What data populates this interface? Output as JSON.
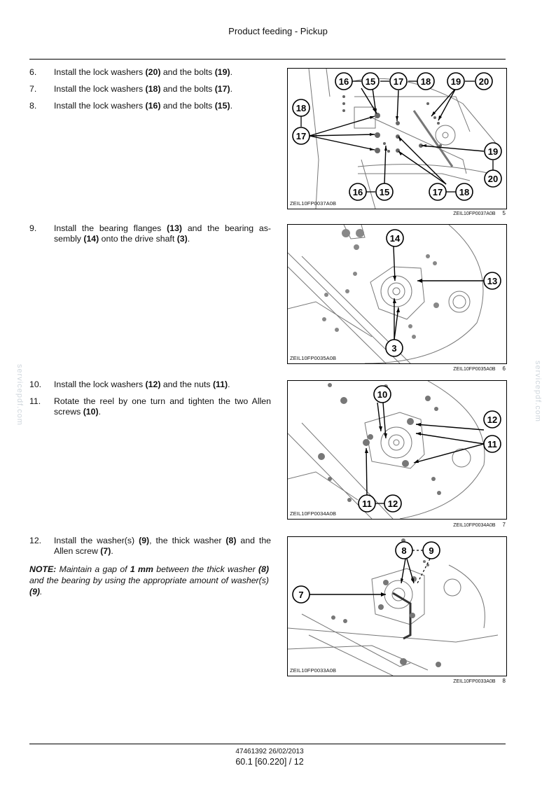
{
  "header": {
    "title": "Product feeding - Pickup"
  },
  "steps": [
    {
      "num": "6.",
      "parts": [
        [
          "Install the lock washers ",
          false
        ],
        [
          "(20)",
          true
        ],
        [
          " and the bolts ",
          false
        ],
        [
          "(19)",
          true
        ],
        [
          ".",
          false
        ]
      ]
    },
    {
      "num": "7.",
      "parts": [
        [
          "Install the lock washers ",
          false
        ],
        [
          "(18)",
          true
        ],
        [
          " and the bolts ",
          false
        ],
        [
          "(17)",
          true
        ],
        [
          ".",
          false
        ]
      ]
    },
    {
      "num": "8.",
      "parts": [
        [
          "Install the lock washers ",
          false
        ],
        [
          "(16)",
          true
        ],
        [
          " and the bolts ",
          false
        ],
        [
          "(15)",
          true
        ],
        [
          ".",
          false
        ]
      ]
    },
    {
      "num": "9.",
      "parts": [
        [
          "Install the bearing flanges ",
          false
        ],
        [
          "(13)",
          true
        ],
        [
          " and the bearing as-sembly ",
          false
        ],
        [
          "(14)",
          true
        ],
        [
          " onto the drive shaft ",
          false
        ],
        [
          "(3)",
          true
        ],
        [
          ".",
          false
        ]
      ]
    },
    {
      "num": "10.",
      "parts": [
        [
          "Install the lock washers ",
          false
        ],
        [
          "(12)",
          true
        ],
        [
          " and the nuts ",
          false
        ],
        [
          "(11)",
          true
        ],
        [
          ".",
          false
        ]
      ]
    },
    {
      "num": "11.",
      "parts": [
        [
          "Rotate the reel by one turn and tighten the two Allen screws ",
          false
        ],
        [
          "(10)",
          true
        ],
        [
          ".",
          false
        ]
      ]
    },
    {
      "num": "12.",
      "parts": [
        [
          "Install the washer(s) ",
          false
        ],
        [
          "(9)",
          true
        ],
        [
          ", the thick washer ",
          false
        ],
        [
          "(8)",
          true
        ],
        [
          " and the Allen screw ",
          false
        ],
        [
          "(7)",
          true
        ],
        [
          ".",
          false
        ]
      ]
    }
  ],
  "note": {
    "parts": [
      [
        "NOTE:",
        true
      ],
      [
        " Maintain a gap of ",
        false
      ],
      [
        "1 mm",
        true
      ],
      [
        " between the thick washer ",
        false
      ],
      [
        "(8)",
        true
      ],
      [
        " and the bearing by using the appropriate amount of washer(s) ",
        false
      ],
      [
        "(9)",
        true
      ],
      [
        ".",
        false
      ]
    ]
  },
  "figures": [
    {
      "code": "ZEIL10FP0037A0B",
      "caption": "ZEIL10FP0037A0B",
      "number": "5",
      "callouts": [
        "16",
        "15",
        "17",
        "18",
        "19",
        "20",
        "18",
        "17",
        "19",
        "20",
        "16",
        "15",
        "17",
        "18"
      ]
    },
    {
      "code": "ZEIL10FP0035A0B",
      "caption": "ZEIL10FP0035A0B",
      "number": "6",
      "callouts": [
        "14",
        "13",
        "3"
      ]
    },
    {
      "code": "ZEIL10FP0034A0B",
      "caption": "ZEIL10FP0034A0B",
      "number": "7",
      "callouts": [
        "10",
        "12",
        "11",
        "11",
        "12"
      ]
    },
    {
      "code": "ZEIL10FP0033A0B",
      "caption": "ZEIL10FP0033A0B",
      "number": "8",
      "callouts": [
        "8",
        "9",
        "7"
      ]
    }
  ],
  "footer": {
    "doc": "47461392 26/02/2013",
    "page": "60.1 [60.220] / 12"
  },
  "watermark": "servicepdf.com"
}
